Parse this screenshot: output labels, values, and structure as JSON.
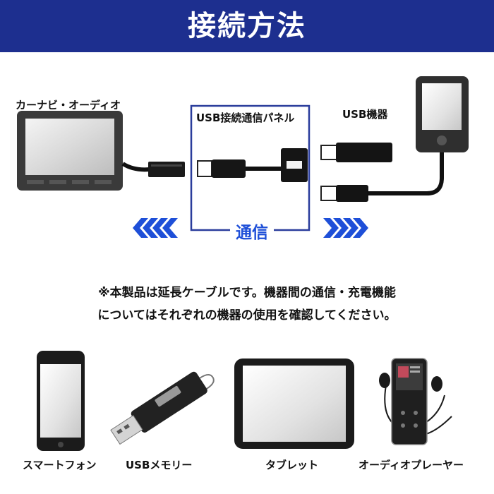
{
  "header": {
    "title": "接続方法"
  },
  "diagram": {
    "car_label": "カーナビ・オーディオ",
    "panel_label": "USB接続通信パネル",
    "device_label": "USB機器",
    "comm_label": "通信"
  },
  "note": {
    "line1": "※本製品は延長ケーブルです。機器間の通信・充電機能",
    "line2": "についてはそれぞれの機器の使用を確認してください。"
  },
  "devices": [
    {
      "label": "スマートフォン",
      "icon": "smartphone-icon"
    },
    {
      "label": "USBメモリー",
      "icon": "usb-memory-icon"
    },
    {
      "label": "タブレット",
      "icon": "tablet-icon"
    },
    {
      "label": "オーディオプレーヤー",
      "icon": "audio-player-icon"
    }
  ],
  "colors": {
    "banner": "#1d2f8f",
    "accent_blue": "#1e4fd8",
    "frame_blue": "#2a3d9c"
  }
}
